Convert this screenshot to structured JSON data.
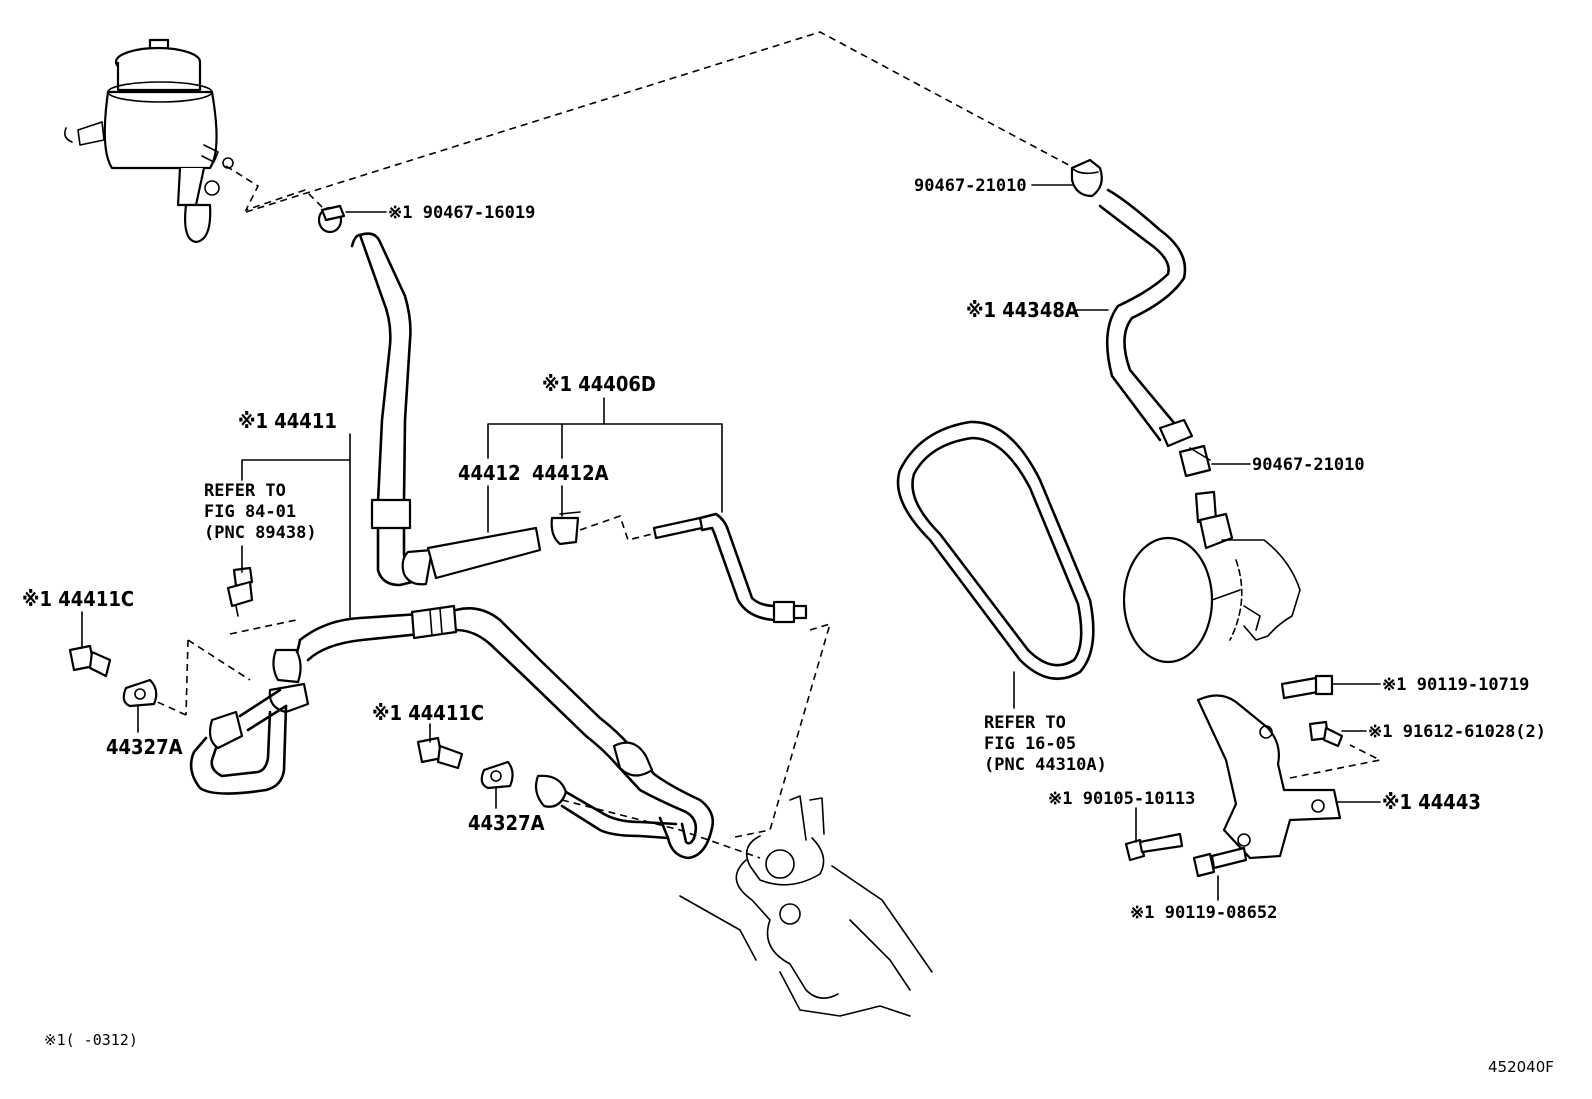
{
  "callouts": {
    "clamp_top_left": "※1 90467-16019",
    "clamp_top_right": "90467-21010",
    "hose_right": "※1 44348A",
    "clamp_mid_right": "90467-21010",
    "tube_set": "※1 44406D",
    "tube_44412": "44412",
    "tube_44412a": "44412A",
    "pressure_tube": "※1 44411",
    "refer_a_line1": "REFER TO",
    "refer_a_line2": "FIG 84-01",
    "refer_a_line3": "(PNC 89438)",
    "union_bolt_left": "※1 44411C",
    "gasket_left": "44327A",
    "union_bolt_mid": "※1 44411C",
    "gasket_mid": "44327A",
    "refer_b_line1": "REFER TO",
    "refer_b_line2": "FIG 16-05",
    "refer_b_line3": "(PNC 44310A)",
    "bolt_a": "※1 90119-10719",
    "bolt_b": "※1 91612-61028(2)",
    "bracket": "※1 44443",
    "bolt_c": "※1 90105-10113",
    "bolt_d": "※1 90119-08652"
  },
  "footnote": "※1(      -0312)",
  "figure_id": "452040F"
}
